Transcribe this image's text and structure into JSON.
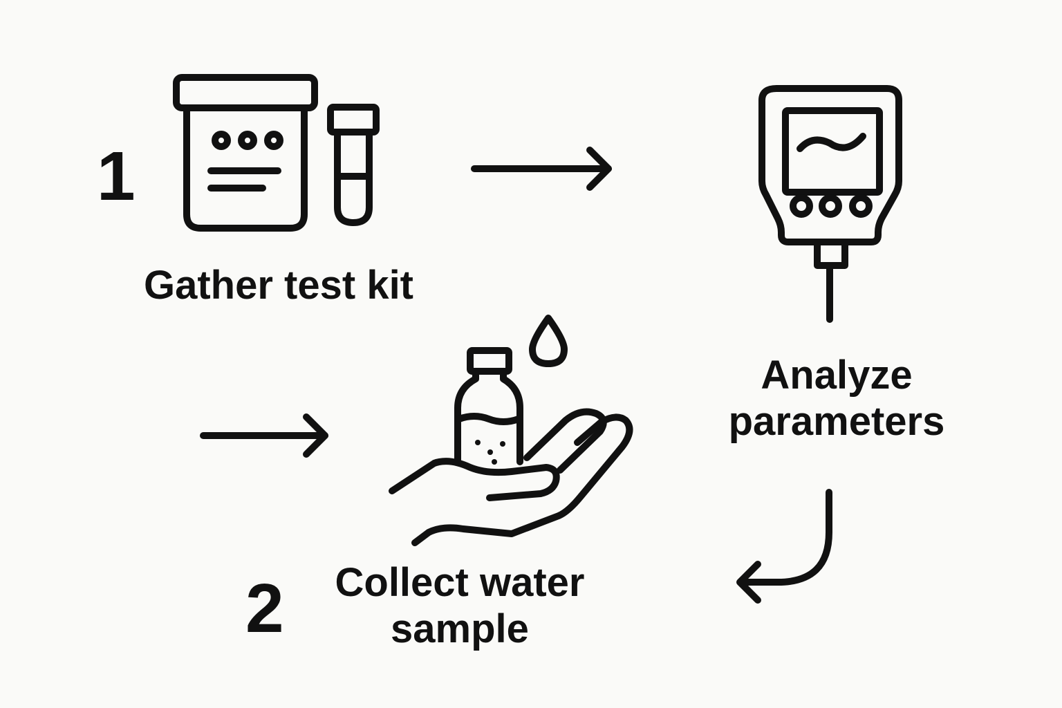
{
  "steps": [
    {
      "number": "1",
      "label": "Gather test kit",
      "icon": "test-kit-icon"
    },
    {
      "number": "2",
      "label": "Collect water sample",
      "icon": "hand-bottle-icon"
    },
    {
      "number": "",
      "label": "Analyze parameters",
      "icon": "water-meter-icon"
    }
  ],
  "labels": {
    "gather": "Gather test kit",
    "collect_line1": "Collect water",
    "collect_line2": "sample",
    "analyze_line1": "Analyze",
    "analyze_line2": "parameters"
  },
  "colors": {
    "background": "#fafaf8",
    "ink": "#111111"
  }
}
